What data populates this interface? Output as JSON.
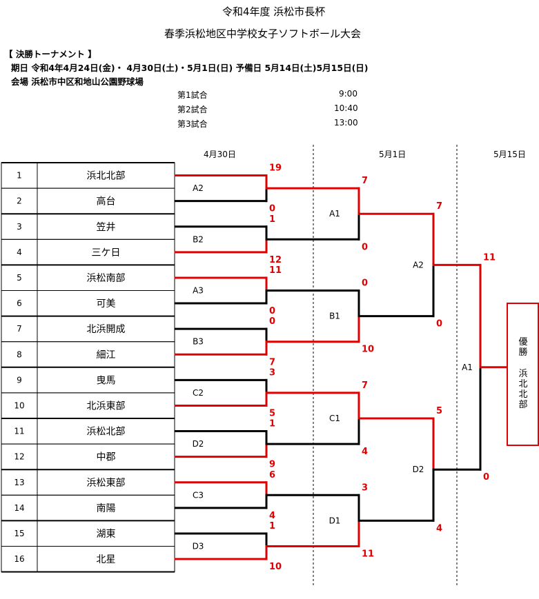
{
  "header": {
    "title1": "令和4年度  浜松市長杯",
    "title2": "春季浜松地区中学校女子ソフトボール大会",
    "section": "【  決勝トーナメント  】",
    "dates": "期日   令和4年4月24日(金)・  4月30日(土)・5月1日(日) 予備日 5月14日(土)5月15日(日)",
    "venue": "会場      浜松市中区和地山公園野球場"
  },
  "schedule": [
    {
      "label": "第1試合",
      "time": "9:00"
    },
    {
      "label": "第2試合",
      "time": "10:40"
    },
    {
      "label": "第3試合",
      "time": "13:00"
    }
  ],
  "day_headers": [
    "4月30日",
    "5月1日",
    "5月15日"
  ],
  "teams": [
    {
      "seed": "1",
      "name": "浜北北部"
    },
    {
      "seed": "2",
      "name": "高台"
    },
    {
      "seed": "3",
      "name": "笠井"
    },
    {
      "seed": "4",
      "name": "三ケ日"
    },
    {
      "seed": "5",
      "name": "浜松南部"
    },
    {
      "seed": "6",
      "name": "可美"
    },
    {
      "seed": "7",
      "name": "北浜開成"
    },
    {
      "seed": "8",
      "name": "細江"
    },
    {
      "seed": "9",
      "name": "曳馬"
    },
    {
      "seed": "10",
      "name": "北浜東部"
    },
    {
      "seed": "11",
      "name": "浜松北部"
    },
    {
      "seed": "12",
      "name": "中郡"
    },
    {
      "seed": "13",
      "name": "浜松東部"
    },
    {
      "seed": "14",
      "name": "南陽"
    },
    {
      "seed": "15",
      "name": "湖東"
    },
    {
      "seed": "16",
      "name": "北星"
    }
  ],
  "round1": [
    {
      "label": "A2",
      "top": "19",
      "bottom": "0",
      "winner": "top"
    },
    {
      "label": "B2",
      "top": "1",
      "bottom": "12",
      "winner": "bottom"
    },
    {
      "label": "A3",
      "top": "11",
      "bottom": "0",
      "winner": "top"
    },
    {
      "label": "B3",
      "top": "0",
      "bottom": "7",
      "winner": "bottom"
    },
    {
      "label": "C2",
      "top": "3",
      "bottom": "5",
      "winner": "bottom"
    },
    {
      "label": "D2",
      "top": "1",
      "bottom": "9",
      "winner": "bottom"
    },
    {
      "label": "C3",
      "top": "6",
      "bottom": "4",
      "winner": "top"
    },
    {
      "label": "D3",
      "top": "1",
      "bottom": "10",
      "winner": "bottom"
    }
  ],
  "round2": [
    {
      "label": "A1",
      "top": "7",
      "bottom": "0",
      "winner": "top"
    },
    {
      "label": "B1",
      "top": "0",
      "bottom": "10",
      "winner": "bottom"
    },
    {
      "label": "C1",
      "top": "7",
      "bottom": "4",
      "winner": "top"
    },
    {
      "label": "D1",
      "top": "3",
      "bottom": "11",
      "winner": "bottom"
    }
  ],
  "round3": [
    {
      "label": "A2",
      "top": "7",
      "bottom": "0",
      "winner": "top"
    },
    {
      "label": "D2",
      "top": "5",
      "bottom": "4",
      "winner": "top"
    }
  ],
  "final": {
    "label": "A1",
    "top": "11",
    "bottom": "0",
    "winner": "top"
  },
  "champion": {
    "label": "優勝",
    "team": "浜北北部"
  },
  "colors": {
    "win": "#e00000",
    "lose": "#000000",
    "score": "#e00000"
  }
}
